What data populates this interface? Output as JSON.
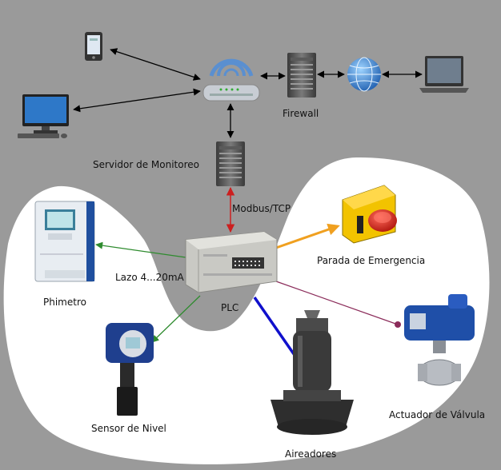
{
  "diagram": {
    "colors": {
      "background": "#9a9a9a",
      "field_zone": "#ffffff",
      "link_network": "#000000",
      "link_modbus": "#cc1f1f",
      "link_analog": "#2e8b2e",
      "link_emergency": "#f0a020",
      "link_aerators": "#1010cc",
      "link_valve": "#8b2c5a"
    },
    "nodes": {
      "phone": {
        "icon": "smartphone-icon"
      },
      "desktop": {
        "icon": "desktop-computer-icon"
      },
      "router": {
        "icon": "wireless-router-icon"
      },
      "firewall": {
        "label": "Firewall",
        "icon": "server-tower-icon"
      },
      "internet": {
        "icon": "globe-icon"
      },
      "laptop": {
        "icon": "laptop-icon"
      },
      "server": {
        "label": "Servidor de Monitoreo",
        "icon": "server-tower-icon"
      },
      "plc": {
        "label": "PLC",
        "icon": "plc-icon"
      },
      "ph_meter": {
        "label": "Phimetro",
        "icon": "ph-meter-icon"
      },
      "level_sensor": {
        "label": "Sensor de Nivel",
        "icon": "level-sensor-icon"
      },
      "aerators": {
        "label": "Aireadores",
        "icon": "submersible-aerator-icon"
      },
      "valve_actuator": {
        "label": "Actuador de Válvula",
        "icon": "valve-actuator-icon"
      },
      "emergency_stop": {
        "label": "Parada de Emergencia",
        "icon": "emergency-stop-button-icon"
      }
    },
    "links": {
      "modbus": {
        "label": "Modbus/TCP"
      },
      "analog_loop": {
        "label": "Lazo 4...20mA"
      }
    }
  }
}
